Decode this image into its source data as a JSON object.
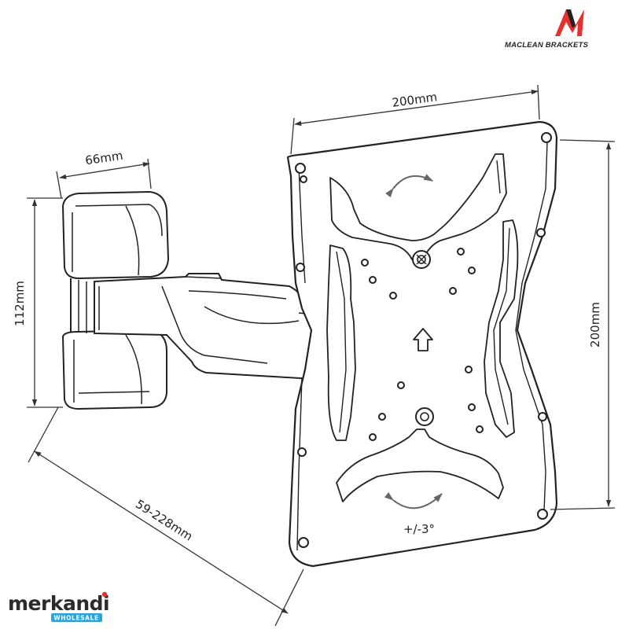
{
  "brand": {
    "name": "MACLEAN BRACKETS"
  },
  "dimensions": {
    "plate_width": "200mm",
    "plate_height": "200mm",
    "arm_depth": "66mm",
    "arm_height": "112mm",
    "arm_extension": "59-228mm",
    "tilt": "+/-3°"
  },
  "watermark": {
    "name": "merkandi",
    "tag": "WHOLESALE"
  },
  "colors": {
    "line": "#222222",
    "arrow_gray": "#555555",
    "watermark_red": "#e3342f",
    "watermark_blue": "#2aa4dd"
  }
}
